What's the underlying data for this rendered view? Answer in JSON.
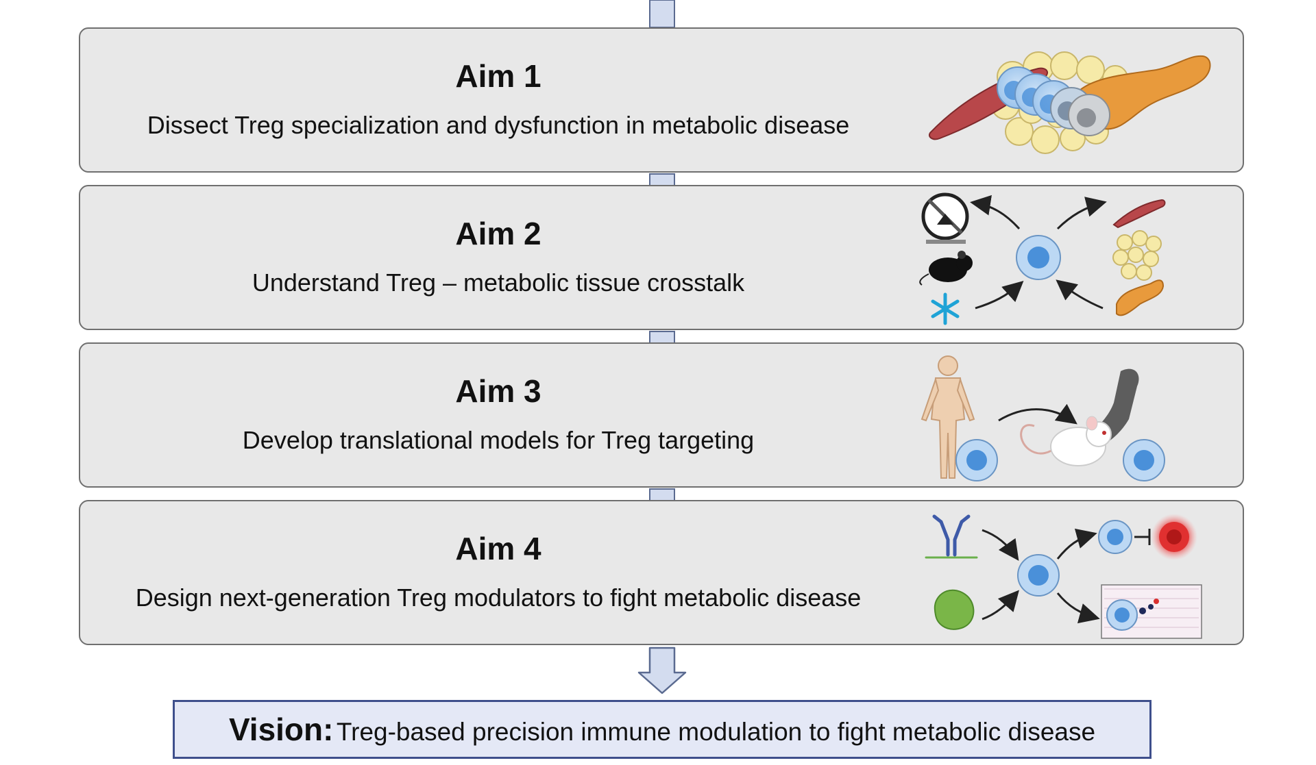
{
  "aims": [
    {
      "title": "Aim 1",
      "description": "Dissect Treg specialization and dysfunction in metabolic disease"
    },
    {
      "title": "Aim 2",
      "description": "Understand Treg – metabolic tissue crosstalk"
    },
    {
      "title": "Aim 3",
      "description": "Develop translational models for Treg targeting"
    },
    {
      "title": "Aim 4",
      "description": "Design next-generation Treg modulators to fight metabolic disease"
    }
  ],
  "vision": {
    "label": "Vision:",
    "text": "Treg-based precision immune modulation to fight metabolic disease"
  },
  "icons": {
    "aim1": [
      "muscle-icon",
      "adipose-tissue-icon",
      "treg-cell-icon",
      "pancreas-icon"
    ],
    "aim2": [
      "exercise-wheel-icon",
      "mouse-icon",
      "cold-snowflake-icon",
      "treg-cell-icon",
      "muscle-icon",
      "adipose-tissue-icon",
      "pancreas-icon"
    ],
    "aim3": [
      "human-body-icon",
      "treg-cell-icon",
      "humanized-mouse-icon",
      "human-shadow-icon"
    ],
    "aim4": [
      "antibody-icon",
      "microbe-icon",
      "treg-cell-icon",
      "inhibited-cell-icon",
      "tissue-icon"
    ]
  },
  "colors": {
    "box_fill": "#e8e8e8",
    "box_border": "#6f6f6f",
    "connector": "#d3dcef",
    "vision_fill": "#e4e8f6",
    "vision_border": "#3e4f8c",
    "treg_cell": "#4a90d9",
    "muscle": "#b8474a",
    "pancreas": "#e89a3c",
    "adipose": "#f6eaa8",
    "antibody": "#3e5aa8",
    "microbe": "#7ab648",
    "target_cell": "#d93030"
  }
}
